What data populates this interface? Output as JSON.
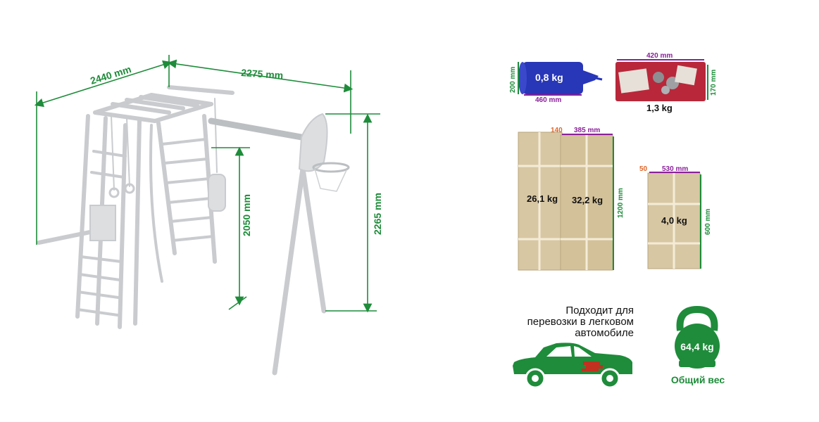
{
  "equipment_dims": {
    "width_a": "2440 mm",
    "width_b": "2275 mm",
    "height_frame": "2050 mm",
    "height_hoop": "2265 mm"
  },
  "packages": {
    "bag": {
      "weight": "0,8 kg",
      "length": "460 mm",
      "height": "200 mm"
    },
    "hardware": {
      "weight": "1,3 kg",
      "length": "420 mm",
      "height": "170 mm"
    },
    "box1": {
      "weight": "26,1 kg"
    },
    "box2": {
      "weight": "32,2 kg",
      "depth": "140",
      "width": "385 mm",
      "height": "1200 mm"
    },
    "box3": {
      "weight": "4,0 kg",
      "depth": "50",
      "width": "530 mm",
      "height": "600 mm"
    }
  },
  "transport": {
    "line1": "Подходит для",
    "line2": "перевозки в легковом",
    "line3": "автомобиле"
  },
  "total": {
    "weight": "64,4 kg",
    "label": "Общий вес"
  },
  "colors": {
    "green": "#1e8c3a",
    "purple": "#8a1f9a",
    "orange": "#e0672a",
    "box": "#d8c7a3",
    "frame": "#d6d8da"
  }
}
